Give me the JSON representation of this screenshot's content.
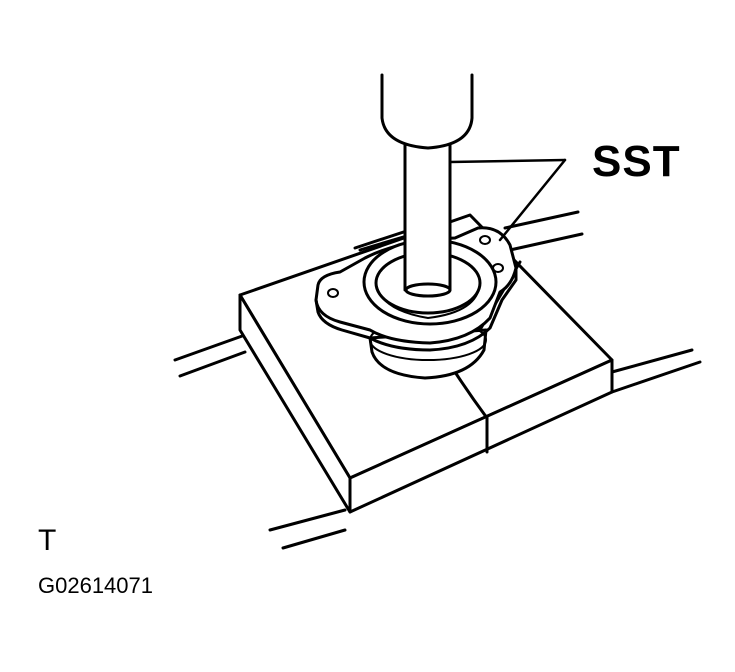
{
  "diagram": {
    "callout_label": "SST",
    "view_code": "T",
    "figure_id": "G02614071"
  },
  "colors": {
    "line": "#000000",
    "background": "#ffffff"
  }
}
